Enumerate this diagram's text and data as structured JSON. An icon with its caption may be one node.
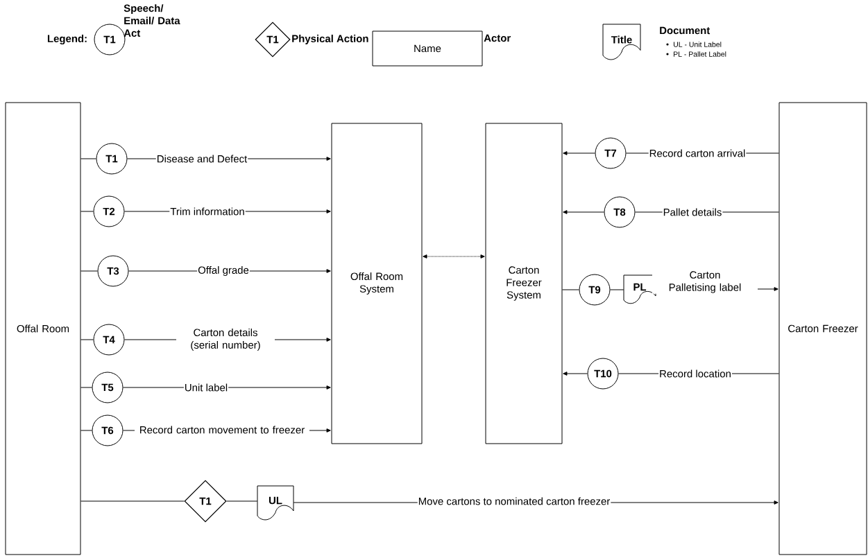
{
  "diagram": {
    "nodes": [
      {
        "text": [
          "Offal Room"
        ]
      },
      {
        "text": [
          "Offal Room System"
        ]
      },
      {
        "text": [
          "Carton Freezer System"
        ]
      },
      {
        "text": [
          "Carton Freezer"
        ]
      },
      {
        "text": [
          "T1"
        ]
      },
      {
        "text": [
          "T2"
        ]
      },
      {
        "text": [
          "T3"
        ]
      },
      {
        "text": [
          "T4"
        ]
      },
      {
        "text": [
          "T5"
        ]
      },
      {
        "text": [
          "T6"
        ]
      },
      {
        "text": [
          "T7"
        ]
      },
      {
        "text": [
          "T8"
        ]
      },
      {
        "text": [
          "T9"
        ]
      },
      {
        "text": [
          "T10"
        ]
      },
      {
        "text": [
          "PL"
        ]
      },
      {
        "text": [
          "T1"
        ]
      },
      {
        "text": [
          "UL"
        ]
      },
      {
        "text": [
          "T1"
        ]
      },
      {
        "text": [
          "T1"
        ]
      },
      {
        "text": [
          "Name"
        ]
      },
      {
        "text": [
          "Title"
        ]
      }
    ],
    "edges": [
      {
        "from": 0,
        "to": 4,
        "arrow": "none"
      },
      {
        "from": 4,
        "to": 1,
        "arrow": "to",
        "label": "Disease and Defect"
      },
      {
        "from": 0,
        "to": 5,
        "arrow": "none"
      },
      {
        "from": 5,
        "to": 1,
        "arrow": "to",
        "label": "Trim information"
      },
      {
        "from": 0,
        "to": 6,
        "arrow": "none"
      },
      {
        "from": 6,
        "to": 1,
        "arrow": "to",
        "label": "Offal grade"
      },
      {
        "from": 0,
        "to": 7,
        "arrow": "none"
      },
      {
        "from": 7,
        "to": 1,
        "arrow": "to",
        "label": "Carton details (serial number)"
      },
      {
        "from": 0,
        "to": 8,
        "arrow": "none"
      },
      {
        "from": 8,
        "to": 1,
        "arrow": "to",
        "label": "Unit label"
      },
      {
        "from": 0,
        "to": 9,
        "arrow": "none"
      },
      {
        "from": 9,
        "to": 1,
        "arrow": "to",
        "label": "Record carton movement to freezer"
      },
      {
        "from": 1,
        "to": 2,
        "arrow": "both",
        "style": "dashed"
      },
      {
        "from": 3,
        "to": 10,
        "arrow": "none",
        "label": "Record carton arrival"
      },
      {
        "from": 10,
        "to": 2,
        "arrow": "to"
      },
      {
        "from": 3,
        "to": 11,
        "arrow": "none",
        "label": "Pallet details"
      },
      {
        "from": 11,
        "to": 2,
        "arrow": "to"
      },
      {
        "from": 2,
        "to": 12,
        "arrow": "none"
      },
      {
        "from": 12,
        "to": 14,
        "arrow": "none"
      },
      {
        "from": 14,
        "to": 3,
        "arrow": "to",
        "label": "Carton Palletising label"
      },
      {
        "from": 3,
        "to": 13,
        "arrow": "none",
        "label": "Record location"
      },
      {
        "from": 13,
        "to": 2,
        "arrow": "to"
      },
      {
        "from": 0,
        "to": 15,
        "arrow": "none"
      },
      {
        "from": 15,
        "to": 16,
        "arrow": "none"
      },
      {
        "from": 16,
        "to": 3,
        "arrow": "to",
        "label": "Move cartons to nominated carton freezer"
      }
    ],
    "labels": [
      "Legend:",
      "UL - Unit Label",
      "PL - Pallet Label"
    ],
    "legend": [
      {
        "text": "Speech/ Email/ Data Act"
      },
      {
        "text": "Physical Action"
      },
      {
        "text": "Actor"
      },
      {
        "text": "Document"
      }
    ]
  }
}
